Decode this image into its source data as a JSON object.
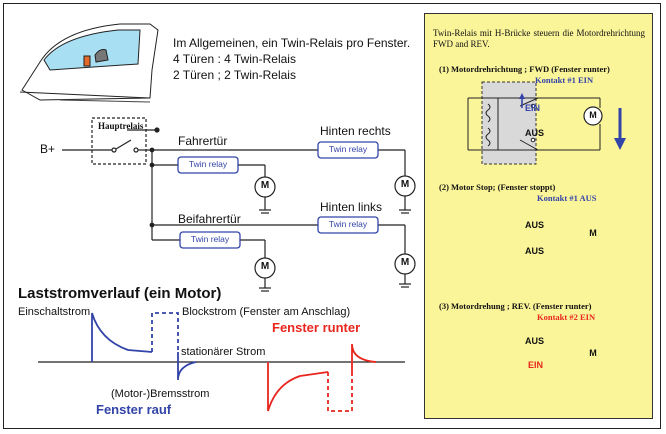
{
  "intro": {
    "line1": "Im Allgemeinen, ein Twin-Relais pro Fenster.",
    "line2": "4 Türen : 4 Twin-Relais",
    "line3": "2 Türen ; 2 Twin-Relais"
  },
  "circuit": {
    "main_relay_label": "Hauptrelais",
    "supply_label": "B+",
    "driver_door_label": "Fahrertür",
    "rear_right_label": "Hinten rechts",
    "passenger_door_label": "Beifahrertür",
    "rear_left_label": "Hinten links",
    "relay_label": "Twin relay",
    "motor_symbol": "M"
  },
  "current_graph": {
    "title": "Laststromverlauf (ein Motor)",
    "inrush_label": "Einschaltstrom",
    "stall_label": "Blockstrom (Fenster am Anschlag)",
    "steady_label": "stationärer Strom",
    "brake_label": "(Motor-)Bremsstrom",
    "window_up_label": "Fenster rauf",
    "window_down_label": "Fenster runter"
  },
  "sidebar": {
    "intro": "Twin-Relais mit H-Brücke steuern die Motordrehrichtung FWD and REV.",
    "step1_title": "(1) Motordrehrichtung ; FWD (Fenster runter)",
    "step1_contact": "Kontakt #1  EIN",
    "step1_on": "EIN",
    "step1_off": "AUS",
    "step2_title": "(2) Motor Stop; (Fenster stoppt)",
    "step2_contact": "Kontakt #1  AUS",
    "step2_off1": "AUS",
    "step2_off2": "AUS",
    "step3_title": "(3) Motordrehung ; REV. (Fenster runter)",
    "step3_contact": "Kontakt #2  EIN",
    "step3_off": "AUS",
    "step3_on": "EIN",
    "motor_symbol": "M"
  },
  "colors": {
    "blue": "#3344a8",
    "red": "#e8261e",
    "sidebar_bg": "#fbf59a",
    "relay_box": "#d9d9d9"
  }
}
